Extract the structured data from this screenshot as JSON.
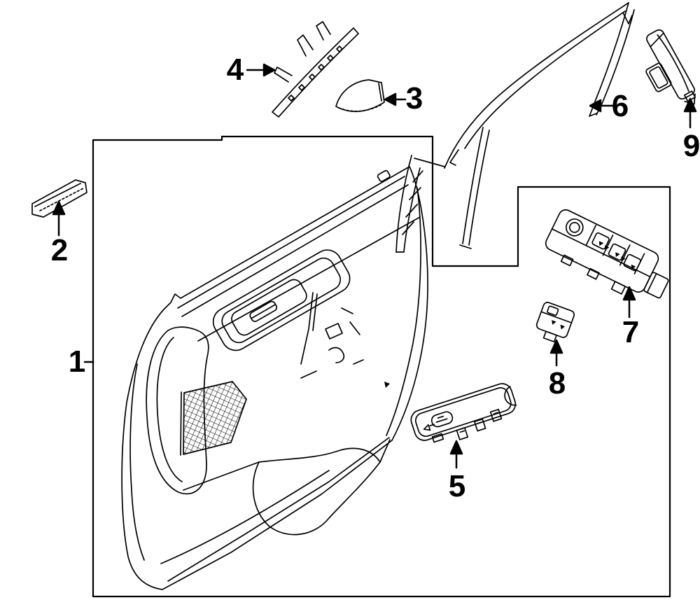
{
  "diagram": {
    "description": "Exploded parts diagram of a front door interior trim panel with numbered callouts",
    "background_color": "#ffffff",
    "line_color": "#000000",
    "callouts": [
      {
        "label": "1"
      },
      {
        "label": "2"
      },
      {
        "label": "3"
      },
      {
        "label": "4"
      },
      {
        "label": "5"
      },
      {
        "label": "6"
      },
      {
        "label": "7"
      },
      {
        "label": "8"
      },
      {
        "label": "9"
      }
    ]
  }
}
